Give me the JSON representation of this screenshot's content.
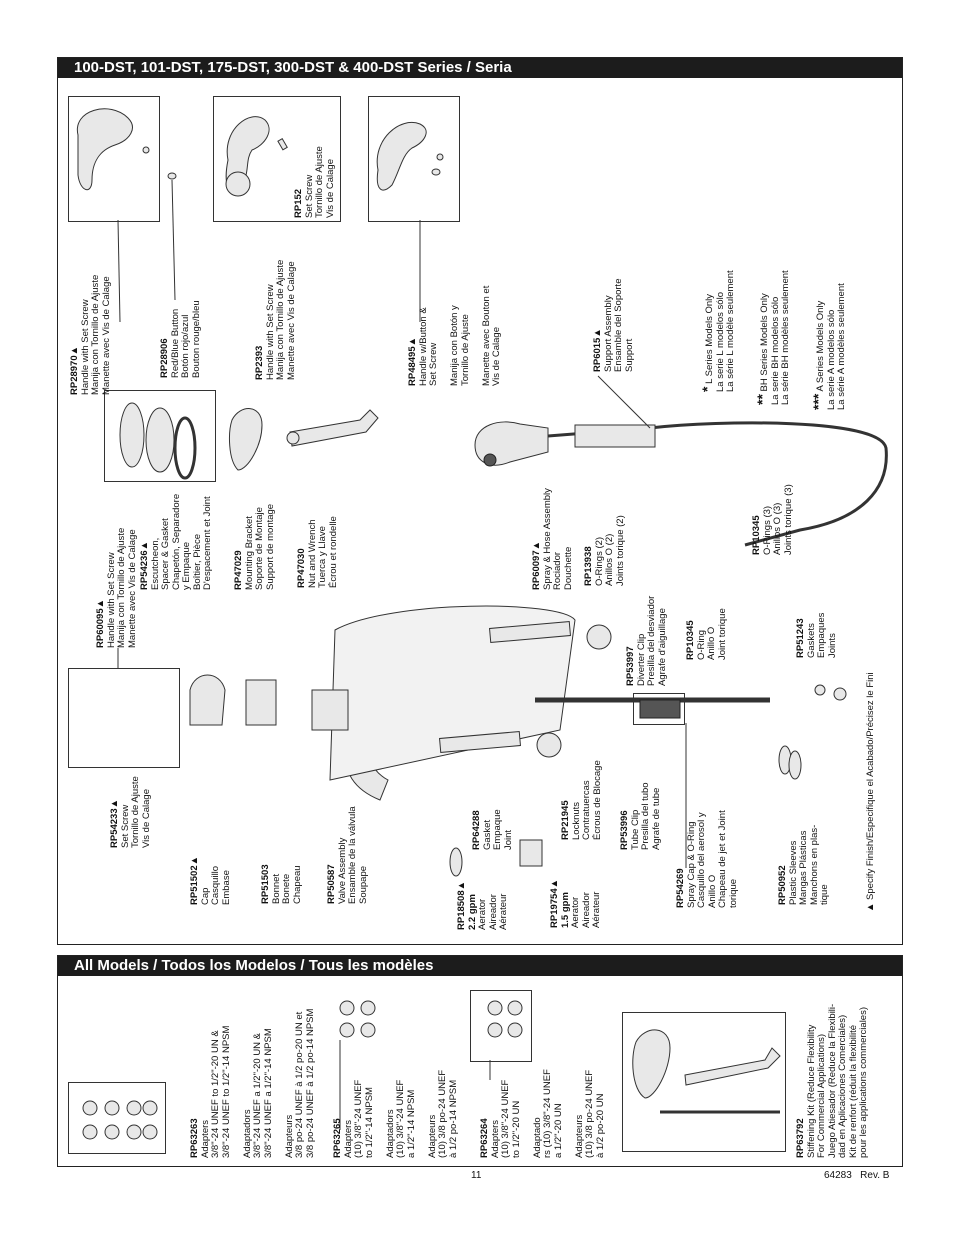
{
  "sections": {
    "top_title": "100-DST, 101-DST, 175-DST, 300-DST & 400-DST Series / Seria",
    "bottom_title": "All Models / Todos los Modelos / Tous les modèles"
  },
  "parts": {
    "rp28970": {
      "code": "RP28970▲",
      "lines": [
        "Handle with Set Screw",
        "Manija con Tornillo de Ajuste",
        "Manette avec Vis de Calage"
      ]
    },
    "rp28906": {
      "code": "RP28906",
      "lines": [
        "Red/Blue Button",
        "Botón rojo/azul",
        "Bouton rouge/bleu"
      ]
    },
    "rp2393": {
      "code": "RP2393",
      "lines": [
        "Handle with Set Screw",
        "Manija con Tornillo de Ajuste",
        "Manette avec Vis de Calage"
      ]
    },
    "rp152": {
      "code": "RP152",
      "lines": [
        "Set Screw",
        "Tornillo de Ajuste",
        "Vis de Calage"
      ]
    },
    "rp48495": {
      "code": "RP48495▲",
      "lines": [
        "Handle w/Button &",
        "Set Screw",
        "",
        "Manija con Botón y",
        "Tornillo de Ajuste",
        "",
        "Manette avec Bouton et",
        "Vis de Calage"
      ]
    },
    "rp6015": {
      "code": "RP6015▲",
      "lines": [
        "Support Assembly",
        "Ensamble del Soporte",
        "Support"
      ]
    },
    "rp60095": {
      "code": "RP60095▲",
      "lines": [
        "Handle with Set Screw",
        "Manija con Tornillo de Ajuste",
        "Manette avec Vis de Calage"
      ]
    },
    "rp54236": {
      "code": "RP54236▲",
      "lines": [
        "Escutcheon,",
        "Spacer & Gasket",
        "Chapetón, Separadore",
        "y Empaque",
        "Boîtier, Pièce",
        "D'espacement et Joint"
      ]
    },
    "rp47029": {
      "code": "RP47029",
      "lines": [
        "Mounting Bracket",
        "Soporte de Montaje",
        "Support de montage"
      ]
    },
    "rp47030": {
      "code": "RP47030",
      "lines": [
        "Nut and Wrench",
        "Tuerca y Llave",
        "Écrou et rondelle"
      ]
    },
    "rp60097": {
      "code": "RP60097▲",
      "lines": [
        "Spray & Hose Assembly",
        "Rociador",
        "Douchette"
      ]
    },
    "rp13938": {
      "code": "RP13938",
      "lines": [
        "O-Rings (2)",
        "Anillos O (2)",
        "Joints torique (2)"
      ]
    },
    "rp10345b": {
      "code": "RP10345",
      "lines": [
        "O-Rings (3)",
        "Anillos O (3)",
        "Joints torique (3)"
      ]
    },
    "rp54233": {
      "code": "RP54233▲",
      "lines": [
        "Set Screw",
        "Tornillo de Ajuste",
        "Vis de Calage"
      ]
    },
    "rp51502": {
      "code": "RP51502▲",
      "lines": [
        "Cap",
        "Casquillo",
        "Embase"
      ]
    },
    "rp51503": {
      "code": "RP51503",
      "lines": [
        "Bonnet",
        "Bonete",
        "Chapeau"
      ]
    },
    "rp50587": {
      "code": "RP50587",
      "lines": [
        "Valve Assembly",
        "Ensamble de la válvula",
        "Soupape"
      ]
    },
    "rp18508": {
      "code": "RP18508▲",
      "lines": [
        "2.2 gpm",
        "Aerator",
        "Aireador",
        "Aérateur"
      ]
    },
    "rp64288": {
      "code": "RP64288",
      "lines": [
        "Gasket",
        "Empaque",
        "Joint"
      ]
    },
    "rp19754": {
      "code": "RP19754▲",
      "lines": [
        "1.5 gpm",
        "Aerator",
        "Aireador",
        "Aérateur"
      ]
    },
    "rp21945": {
      "code": "RP21945",
      "lines": [
        "Locknuts",
        "Contratuercas",
        "Écrous de Blocage"
      ]
    },
    "rp53997": {
      "code": "RP53997",
      "lines": [
        "Diverter Clip",
        "Presilla del desviador",
        "Agrafe d'aiguillage"
      ]
    },
    "rp53996": {
      "code": "RP53996",
      "lines": [
        "Tube Clip",
        "Presilla del tubo",
        "Agrafe de tube"
      ]
    },
    "rp10345a": {
      "code": "RP10345",
      "lines": [
        "O-Ring",
        "Anillo O",
        "Joint torique"
      ]
    },
    "rp54269": {
      "code": "RP54269",
      "lines": [
        "Spray Cap & O-Ring",
        "Casquillo del aerosol y",
        "Anillo O",
        "Chapeau de jet et Joint",
        "torique"
      ]
    },
    "rp51243": {
      "code": "RP51243",
      "lines": [
        "Gaskets",
        "Empaques",
        "Joints"
      ]
    },
    "rp50952": {
      "code": "RP50952",
      "lines": [
        "Plastic Sleeves",
        "Mangas Plásticas",
        "Manchons en plas-",
        "tique"
      ]
    },
    "rp63263": {
      "code": "RP63263",
      "lines": [
        "Adapters",
        "3/8\"-24 UNEF to 1/2\"-20 UN &",
        "3/8\"-24 UNEF to 1/2\"-14 NPSM",
        "",
        "Adaptadors",
        "3/8\"-24 UNEF a 1/2\"-20 UN &",
        "3/8\"-24 UNEF a 1/2\"-14 NPSM",
        "",
        "Adapteurs",
        "3/8 po-24 UNEF à 1/2 po-20 UN et",
        "3/8 po-24 UNEF à 1/2 po-14 NPSM"
      ]
    },
    "rp63265": {
      "code": "RP63265",
      "lines": [
        "Adapters",
        "(10) 3/8\"-24 UNEF",
        "to 1/2\"-14 NPSM",
        "",
        "Adaptadors",
        "(10) 3/8\"-24 UNEF",
        "a 1/2\"-14 NPSM",
        "",
        "Adapteurs",
        "(10) 3/8 po-24 UNEF",
        "à 1/2 po-14 NPSM"
      ]
    },
    "rp63264": {
      "code": "RP63264",
      "lines": [
        "Adapters",
        "(10) 3/8\"-24 UNEF",
        "to 1/2\"-20 UN",
        "",
        "Adaptado",
        "rs (10) 3/8\"-24 UNEF",
        "a 1/2\"-20 UN",
        "",
        "Adapteurs",
        "(10) 3/8 po-24 UNEF",
        "à 1/2 po-20 UN"
      ]
    },
    "rp63792": {
      "code": "RP63792",
      "lines": [
        "Stiffening Kit (Reduce Flexibility",
        "For Commercial Applications)",
        "Juego Atiesador (Reduce la Flexibili-",
        "dad en Aplicaciones Comerciales)",
        "Kit de renfort (réduit la flexibilité",
        "pour les applications commerciales)"
      ]
    }
  },
  "legend": {
    "l_series": {
      "mark": "*",
      "lines": [
        "L Series Models Only",
        "La serie L modelos sólo",
        "La série L modèle seulement"
      ]
    },
    "bh_series": {
      "mark": "**",
      "lines": [
        "BH Series Models Only",
        "La serie BH modelos sólo",
        "La série BH modèles seulement"
      ]
    },
    "a_series": {
      "mark": "***",
      "lines": [
        "A Series Models Only",
        "La serie A modelos sólo",
        "La série A modèles seulement"
      ]
    },
    "finish_note": "▲ Specify Finish/Especifique el Acabado/Précisez le Fini"
  },
  "footer": {
    "page_number": "11",
    "doc_number": "64283",
    "revision": "Rev. B"
  }
}
